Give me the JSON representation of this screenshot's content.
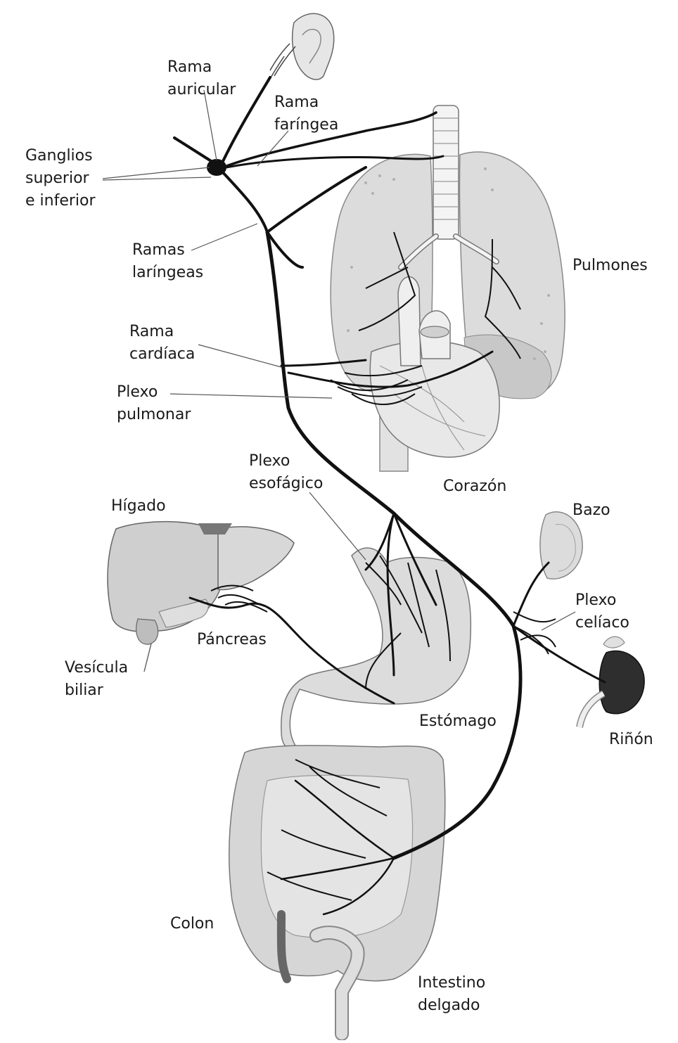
{
  "labels": {
    "rama_auricular": [
      "Rama",
      "auricular"
    ],
    "rama_faringea": [
      "Rama",
      "faríngea"
    ],
    "ganglios": [
      "Ganglios",
      "superior",
      "e inferior"
    ],
    "ramas_laringeas": [
      "Ramas",
      "laríngeas"
    ],
    "pulmones": "Pulmones",
    "rama_cardiaca": [
      "Rama",
      "cardíaca"
    ],
    "plexo_pulmonar": [
      "Plexo",
      "pulmonar"
    ],
    "plexo_esofagico": [
      "Plexo",
      "esofágico"
    ],
    "corazon": "Corazón",
    "higado": "Hígado",
    "bazo": "Bazo",
    "plexo_celiaco": [
      "Plexo",
      "celíaco"
    ],
    "pancreas": "Páncreas",
    "vesicula_biliar": [
      "Vesícula",
      "biliar"
    ],
    "estomago": "Estómago",
    "rinon": "Riñón",
    "colon": "Colon",
    "intestino_delgado": [
      "Intestino",
      "delgado"
    ]
  }
}
